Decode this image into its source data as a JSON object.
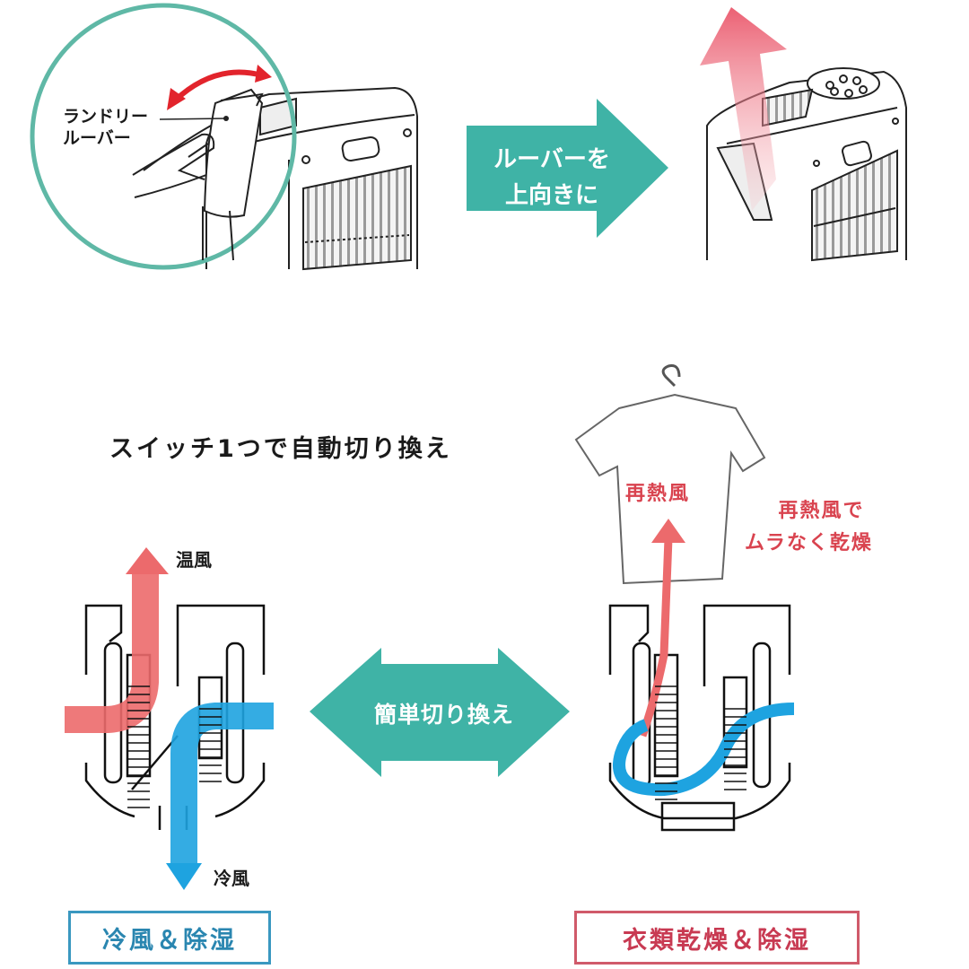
{
  "top": {
    "callout_label_line1": "ランドリー",
    "callout_label_line2": "ルーバー",
    "step_arrow_line1": "ルーバーを",
    "step_arrow_line2": "上向きに"
  },
  "bottom": {
    "heading": "スイッチ1つで自動切り換え",
    "left_diagram": {
      "warm_air_label": "温風",
      "cool_air_label": "冷風",
      "mode_label": "冷風＆除湿"
    },
    "switch_arrow_label": "簡単切り換え",
    "right_diagram": {
      "shirt_label": "再熱風",
      "note_line1": "再熱風で",
      "note_line2": "ムラなく乾燥",
      "mode_label": "衣類乾燥＆除湿"
    }
  },
  "colors": {
    "teal": "#3fb3a6",
    "teal_circle": "#5fb8a6",
    "warm_red": "#ec6a6c",
    "cool_blue": "#1ea3e0",
    "accent_red": "#d9434f",
    "cool_mode_border": "#3a98c0",
    "cool_mode_text": "#2a86b0",
    "dry_mode_border": "#d05a6a",
    "dry_mode_text": "#c83a52"
  }
}
